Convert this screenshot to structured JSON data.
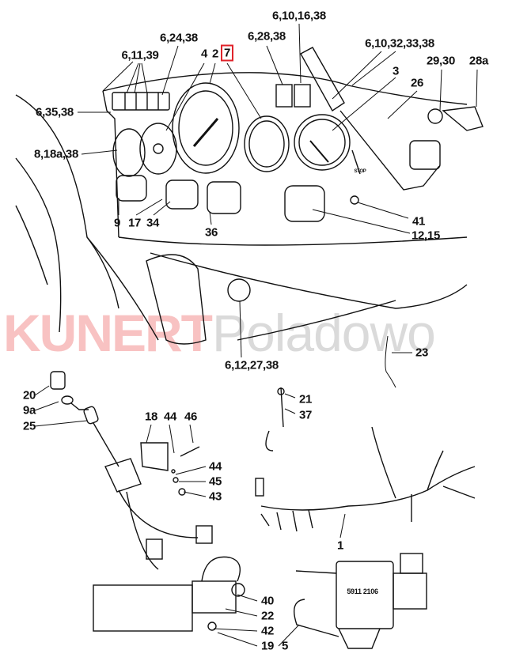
{
  "watermark": {
    "brand": "KUNERT",
    "place": "Poladowo"
  },
  "callouts": {
    "c1": "6,10,16,38",
    "c2": "6,24,38",
    "c3": "6,28,38",
    "c4": "6,10,32,33,38",
    "c5": "6,11,39",
    "c6": "4",
    "c7": "2",
    "c8": "7",
    "c9": "29,30",
    "c10": "28a",
    "c11": "3",
    "c12": "26",
    "c13": "6,35,38",
    "c14": "8,18a,38",
    "c15": "9",
    "c16": "17",
    "c17": "34",
    "c18": "36",
    "c19": "41",
    "c20": "12,15",
    "c21": "6,12,27,38",
    "c22": "23",
    "c23": "20",
    "c24": "9a",
    "c25": "25",
    "c26": "21",
    "c27": "37",
    "c28": "18",
    "c29": "44",
    "c30": "46",
    "c31": "44",
    "c32": "45",
    "c33": "43",
    "c34": "1",
    "c35": "40",
    "c36": "22",
    "c37": "42",
    "c38": "19",
    "c39": "5"
  },
  "part_marking": "5911 2106",
  "gauge_text": {
    "stop": "STOP"
  },
  "highlight_color": "#e0222a"
}
